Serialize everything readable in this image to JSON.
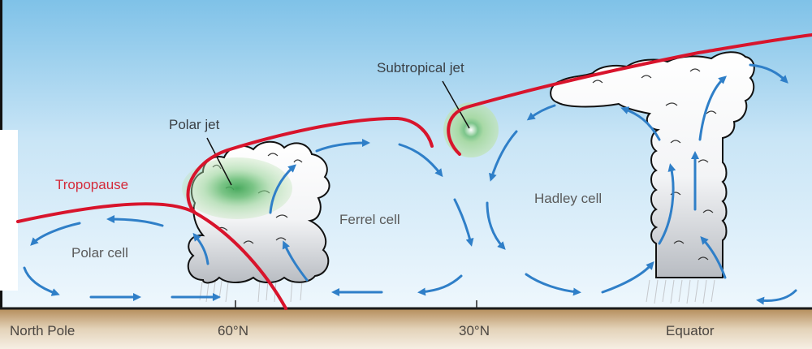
{
  "title": "Global atmospheric circulation cells (Northern Hemisphere cross-section)",
  "colors": {
    "sky_top": "#7fc2e8",
    "sky_bottom": "#eef7fd",
    "tropopause": "#d8142c",
    "arrow": "#2f7fc8",
    "jet_green": "#5cb86a",
    "ground_top": "#b48c5a",
    "ground_bottom": "#f6efe4",
    "cloud_fill": "#ffffff",
    "cloud_shadow": "#b8bcc2"
  },
  "labels": {
    "tropopause": "Tropopause",
    "polar_jet": "Polar jet",
    "subtropical_jet": "Subtropical jet",
    "polar_cell": "Polar cell",
    "ferrel_cell": "Ferrel cell",
    "hadley_cell": "Hadley cell"
  },
  "ground_axis": [
    {
      "label": "North Pole"
    },
    {
      "label": "60°N"
    },
    {
      "label": "30°N"
    },
    {
      "label": "Equator"
    }
  ],
  "icons": {
    "arrow": "flow-arrow",
    "cloud": "cumulonimbus-cloud",
    "jet": "jet-stream-core"
  }
}
